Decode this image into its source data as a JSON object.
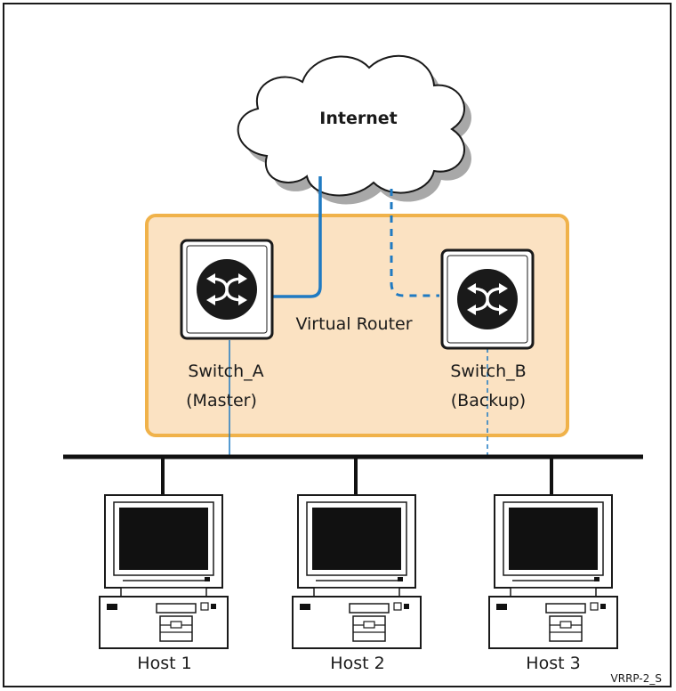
{
  "cloud": {
    "label": "Internet"
  },
  "virtual_router": {
    "label": "Virtual Router"
  },
  "switches": [
    {
      "name": "Switch_A",
      "role": "(Master)"
    },
    {
      "name": "Switch_B",
      "role": "(Backup)"
    }
  ],
  "hosts": [
    {
      "label": "Host 1"
    },
    {
      "label": "Host 2"
    },
    {
      "label": "Host 3"
    }
  ],
  "figure_id": "VRRP-2_S",
  "colors": {
    "virtual_router_fill": "#fbe2c2",
    "virtual_router_border": "#f0b24a",
    "link_blue": "#1f7ac2",
    "bus": "#111111",
    "switch_body": "#1a1a1a"
  }
}
